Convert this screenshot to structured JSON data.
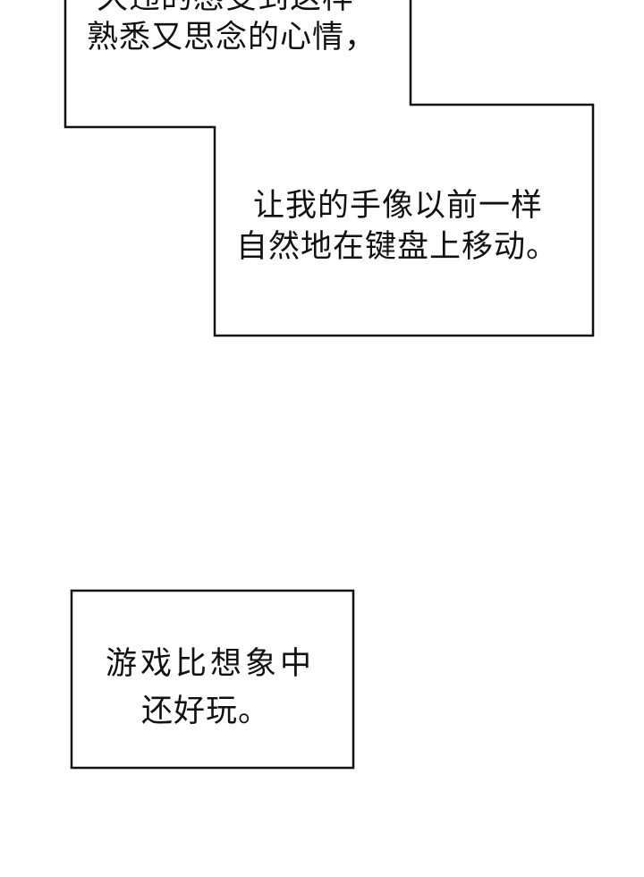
{
  "caption_1": {
    "lines": [
      "久违的感受到这样",
      "熟悉又思念的心情，"
    ]
  },
  "caption_2": {
    "lines": [
      "让我的手像以前一样",
      "自然地在键盘上移动。"
    ]
  },
  "caption_3": {
    "lines": [
      "游戏比想象中",
      "还好玩。"
    ]
  }
}
